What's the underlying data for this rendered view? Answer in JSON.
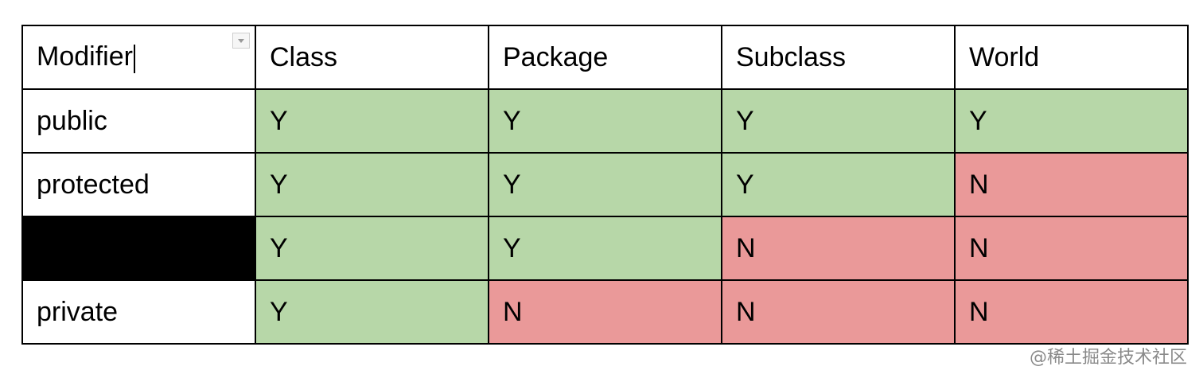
{
  "table": {
    "headers": [
      "Modifier",
      "Class",
      "Package",
      "Subclass",
      "World"
    ],
    "rows": [
      {
        "modifier": "public",
        "values": [
          "Y",
          "Y",
          "Y",
          "Y"
        ]
      },
      {
        "modifier": "protected",
        "values": [
          "Y",
          "Y",
          "Y",
          "N"
        ]
      },
      {
        "modifier": "",
        "values": [
          "Y",
          "Y",
          "N",
          "N"
        ]
      },
      {
        "modifier": "private",
        "values": [
          "Y",
          "N",
          "N",
          "N"
        ]
      }
    ]
  },
  "colors": {
    "yes_fill": "#b7d7a8",
    "no_fill": "#ea9999",
    "redacted_fill": "#000000",
    "border": "#000000"
  },
  "watermark": {
    "text": "@稀土掘金技术社区"
  }
}
